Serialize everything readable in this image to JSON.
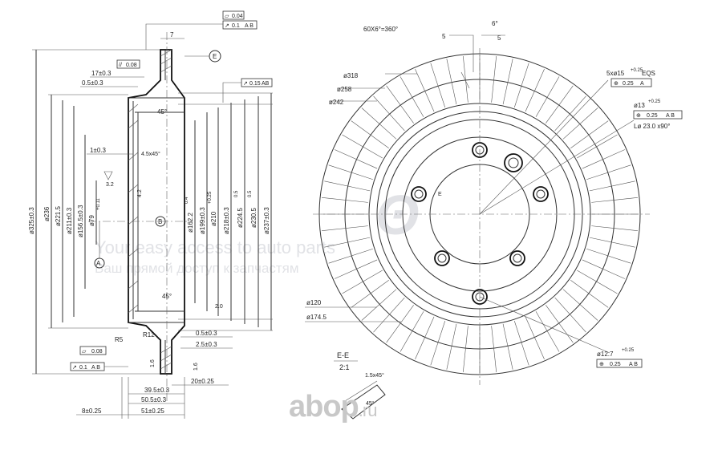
{
  "section": {
    "flatness": "0.04",
    "tol_runout": "0.1",
    "datum_ab": "A B",
    "width_7": "7",
    "callout_e": "E",
    "dim_17": "17±0.3",
    "parallel": "0.08",
    "dim_05a": "0.5±0.3",
    "runout_015": "0.15",
    "angle_45a": "45°",
    "dim_1": "1±0.3",
    "chamfer": "4.5x45°",
    "dim_32": "3.2",
    "dim_79": "ø79",
    "dim_79_tol": "+0.11",
    "datum_a": "A",
    "datum_b": "B",
    "angle_45b": "45°",
    "d325": "ø325±0.3",
    "d236": "ø236",
    "d2215": "ø221.5",
    "d211": "ø211±0.3",
    "d1565": "ø156.5±0.3",
    "d162": "ø162.2",
    "d162_tol": "0.4",
    "d199": "ø199±0.3",
    "d210": "ø210",
    "d210_tol": "+0.25",
    "d218": "ø218±0.3",
    "d2245": "ø224.5",
    "d2245_tol": "0.5",
    "d2305": "ø230.5",
    "d2305_tol": "0.5",
    "d237": "ø237±0.3",
    "r5": "R5",
    "r12": "R12",
    "dim_05b": "0.5±0.3",
    "dim_25": "2.5±0.3",
    "flat2": "0.08",
    "run2": "0.1",
    "rough16a": "1.6",
    "rough16b": "1.6",
    "dim_20": "20±0.25",
    "dim_395": "39.5±0.3",
    "dim_505": "50.5±0.3",
    "dim_51": "51±0.25",
    "dim_8": "8±0.25",
    "rough_20": "2.0",
    "rough_42": "4.2"
  },
  "front": {
    "vanes": "60X6°=360°",
    "ang6": "6°",
    "w5a": "5",
    "w5b": "5",
    "d318": "ø318",
    "d258": "ø258",
    "d242": "ø242",
    "holes5": "5xø15",
    "holes5_tol": "+0.25",
    "holes5_eqs": "EQS",
    "pos025a": "0.25",
    "hole13": "ø13",
    "hole13_tol": "+0.25",
    "pos025b": "0.25",
    "hole13_l": "Lø 23.0 x90°",
    "d120": "ø120",
    "d1745": "ø174.5",
    "hole127": "ø12.7",
    "hole127_tol": "+0.25",
    "pos025c": "0.25",
    "datum_ab": "A B",
    "section_ee": "E-E",
    "scale": "2:1",
    "detail_chamfer": "1.5x45°",
    "detail_ang": "45°",
    "mark_e": "E"
  },
  "watermark": {
    "line1": "Your easy access to auto parts",
    "line2": "Ваш прямой доступ к запчастям"
  },
  "logo": {
    "brand": "abop",
    "tld": ".ru"
  }
}
